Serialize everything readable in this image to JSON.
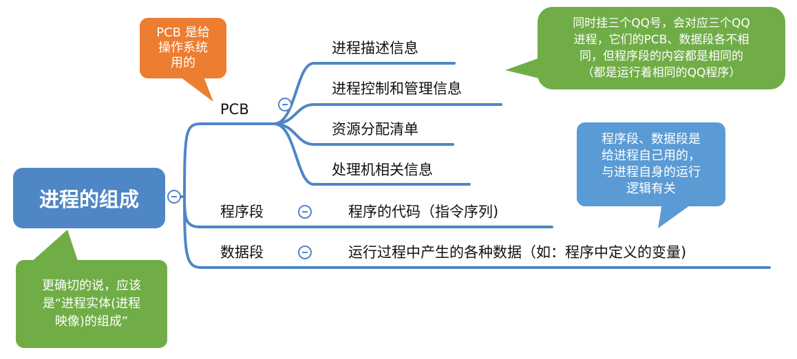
{
  "root": {
    "label": "进程的组成"
  },
  "branches": [
    {
      "label": "PCB",
      "children": [
        "进程描述信息",
        "进程控制和管理信息",
        "资源分配清单",
        "处理机相关信息"
      ]
    },
    {
      "label": "程序段",
      "children": [
        "程序的代码（指令序列)"
      ]
    },
    {
      "label": "数据段",
      "children": [
        "运行过程中产生的各种数据（如：程序中定义的变量)"
      ]
    }
  ],
  "callouts": {
    "pcb_note": "PCB 是给\n操作系统\n用的",
    "qq_note": "同时挂三个QQ号，会对应三个QQ\n进程，它们的PCB、数据段各不相\n同，但程序段的内容都是相同的\n（都是运行着相同的QQ程序）",
    "program_note": "程序段、数据段是\n给进程自己用的，\n与进程自身的运行\n逻辑有关",
    "entity_note": "更确切的说，应该\n是“进程实体(进程\n映像)的组成”"
  },
  "colors": {
    "line": "#4f86c6",
    "root_fill": "#4f86c6",
    "orange": "#ed7d31",
    "green": "#70ad47",
    "blue": "#5b9bd5"
  }
}
